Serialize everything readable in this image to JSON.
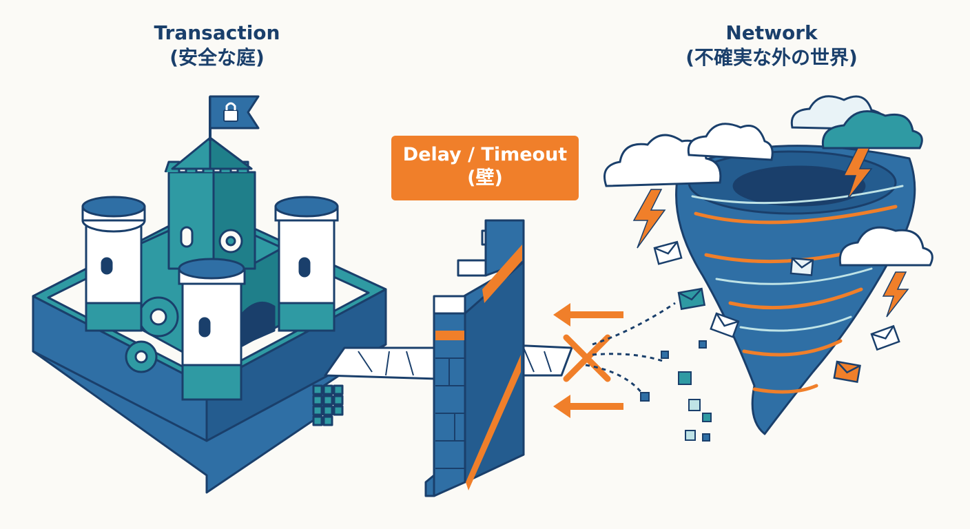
{
  "left_panel": {
    "title": "Transaction",
    "subtitle": "(安全な庭)"
  },
  "right_panel": {
    "title": "Network",
    "subtitle": "(不確実な外の世界)"
  },
  "center_badge": {
    "title": "Delay / Timeout",
    "subtitle": "(壁)"
  },
  "colors": {
    "navy": "#1a3f6b",
    "blue": "#2f6fa5",
    "teal": "#2f9aa3",
    "light_teal": "#bfe3e6",
    "orange": "#f07f2a",
    "cloud": "#e9f3f7",
    "background": "#fbfaf6"
  },
  "icons": [
    "lock-icon",
    "gear-icon",
    "cloud-icon",
    "lightning-icon",
    "envelope-icon",
    "arrow-left-icon",
    "cross-icon"
  ]
}
